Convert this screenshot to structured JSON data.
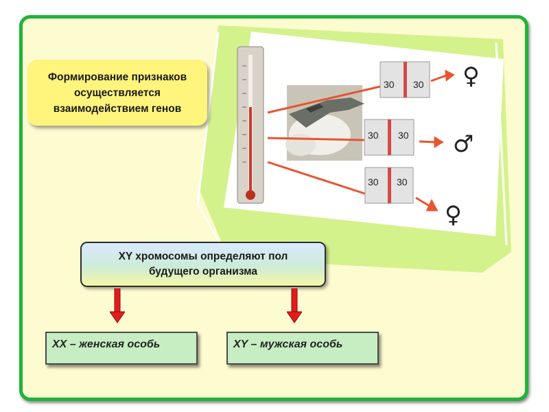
{
  "callout": {
    "text": "Формирование признаков\nосуществляется\nвзаимодействием генов"
  },
  "xy_box": {
    "text": "XY хромосомы определяют пол\nбудущего организма"
  },
  "results": {
    "female": "XX – женская особь",
    "male": "XY – мужская особь"
  },
  "photo": {
    "thermometer_labels": [
      "30",
      "30",
      "30",
      "30",
      "30",
      "30"
    ],
    "symbols": {
      "female": "♀",
      "male": "♂"
    }
  },
  "colors": {
    "border": "#1fb43a",
    "background": "#fdfbd0",
    "callout": "#fff47c",
    "arrow": "#e51b1b",
    "result_bg": "#c6eec2"
  }
}
